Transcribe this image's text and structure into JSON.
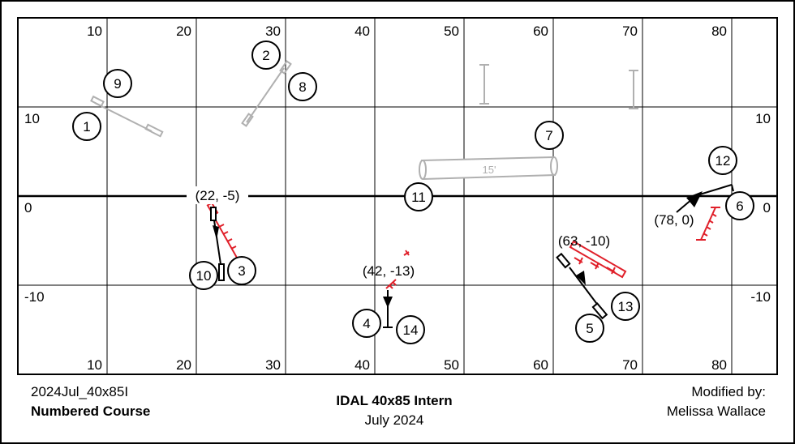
{
  "course": {
    "x_ticks_top": [
      "10",
      "20",
      "30",
      "40",
      "50",
      "60",
      "70",
      "80"
    ],
    "x_ticks_bottom": [
      "10",
      "20",
      "30",
      "40",
      "50",
      "60",
      "70",
      "80"
    ],
    "y_ticks_left": [
      "10",
      "0",
      "-10"
    ],
    "y_ticks_right": [
      "10",
      "0",
      "-10"
    ],
    "numbers": [
      "1",
      "2",
      "3",
      "4",
      "5",
      "6",
      "7",
      "8",
      "9",
      "10",
      "11",
      "12",
      "13",
      "14"
    ],
    "coordinates": [
      "(22, -5)",
      "(42, -13)",
      "(63, -10)",
      "(78, 0)"
    ],
    "tunnel_label": "15'",
    "colors": {
      "course_path": "#000000",
      "previous_course": "#b0b0b0",
      "new_obstacle": "#e0202a"
    }
  },
  "footer": {
    "file_name": "2024Jul_40x85I",
    "course_type": "Numbered Course",
    "title": "IDAL 40x85 Intern",
    "date": "July 2024",
    "modified_label": "Modified by:",
    "modified_name": "Melissa Wallace"
  }
}
